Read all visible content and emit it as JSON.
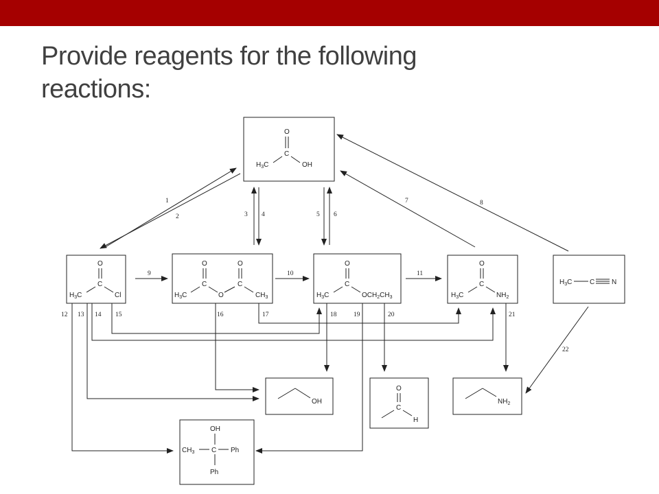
{
  "slide": {
    "title_line1": "Provide reagents for the following",
    "title_line2": "reactions:"
  },
  "colors": {
    "top_bar": "#a50000",
    "title_text": "#404040",
    "line": "#222222"
  },
  "labels": {
    "o": "O",
    "c": "C",
    "oh": "OH",
    "ph": "Ph",
    "h3c": "H3C",
    "ch3": "CH3",
    "cl": "Cl",
    "nh2": "NH2",
    "och2ch3": "OCH2CH3",
    "h": "H",
    "n": "N"
  },
  "reaction_numbers": [
    "1",
    "2",
    "3",
    "4",
    "5",
    "6",
    "7",
    "8",
    "9",
    "10",
    "11",
    "12",
    "13",
    "14",
    "15",
    "16",
    "17",
    "18",
    "19",
    "20",
    "21",
    "22"
  ]
}
